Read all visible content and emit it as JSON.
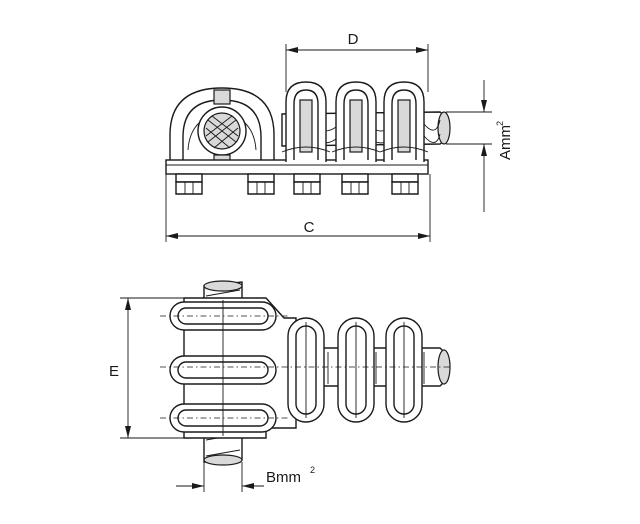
{
  "labels": {
    "D": "D",
    "C": "C",
    "E": "E",
    "A": "Amm",
    "A_sup": "2",
    "B": "Bmm",
    "B_sup": "2"
  }
}
